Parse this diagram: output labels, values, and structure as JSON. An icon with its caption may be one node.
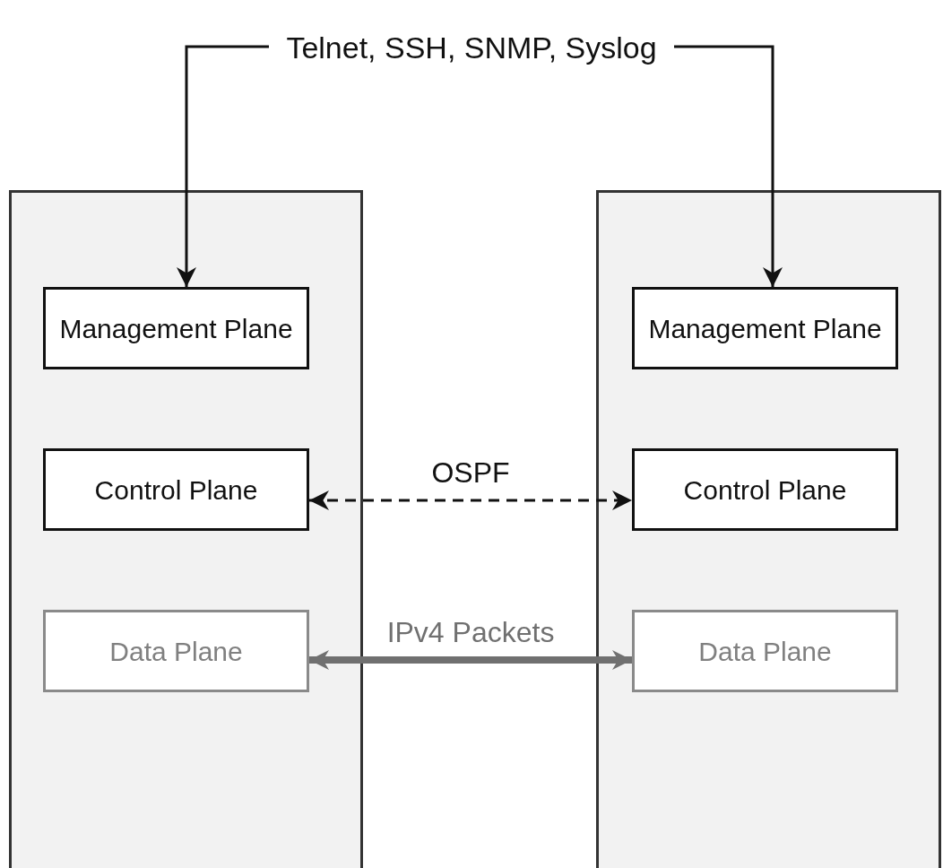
{
  "diagram": {
    "nodes": [
      {
        "text": [
          "Telnet, SSH, SNMP, Syslog"
        ]
      },
      {
        "text": [],
        "shape": "box"
      },
      {
        "text": [
          "Management Plane"
        ],
        "in": 1
      },
      {
        "text": [
          "Control Plane"
        ],
        "in": 1
      },
      {
        "text": [
          "Data Plane"
        ],
        "in": 1
      },
      {
        "text": [],
        "shape": "box"
      },
      {
        "text": [
          "Management Plane"
        ],
        "in": 5
      },
      {
        "text": [
          "Control Plane"
        ],
        "in": 5
      },
      {
        "text": [
          "Data Plane"
        ],
        "in": 5
      }
    ],
    "edges": [
      {
        "from": 0,
        "to": 2,
        "arrow": "to"
      },
      {
        "from": 0,
        "to": 6,
        "arrow": "to"
      },
      {
        "from": 3,
        "to": 7,
        "arrow": "both",
        "label": "OSPF",
        "style": "dashed"
      },
      {
        "from": 4,
        "to": 8,
        "arrow": "both",
        "label": "IPv4 Packets",
        "style": "thick",
        "color": "#707070"
      }
    ]
  }
}
